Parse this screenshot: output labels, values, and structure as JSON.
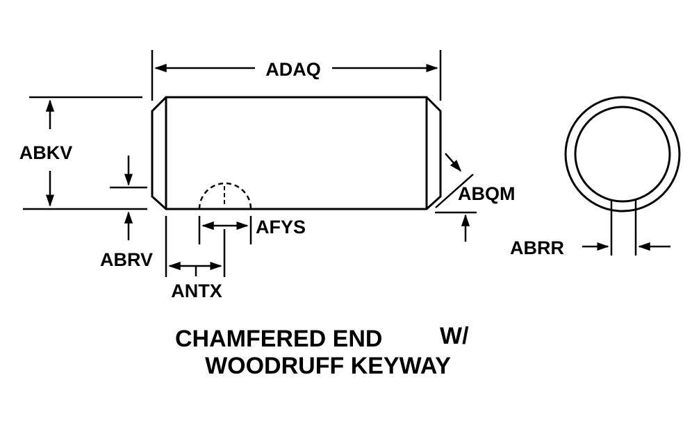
{
  "labels": {
    "adaq": "ADAQ",
    "abkv": "ABKV",
    "abqm": "ABQM",
    "afys": "AFYS",
    "abrv": "ABRV",
    "antx": "ANTX",
    "abrr": "ABRR"
  },
  "caption": {
    "line1": "CHAMFERED END",
    "line1_suffix": "W/",
    "line2": "WOODRUFF KEYWAY"
  },
  "colors": {
    "ink": "#000000",
    "background": "#ffffff"
  }
}
